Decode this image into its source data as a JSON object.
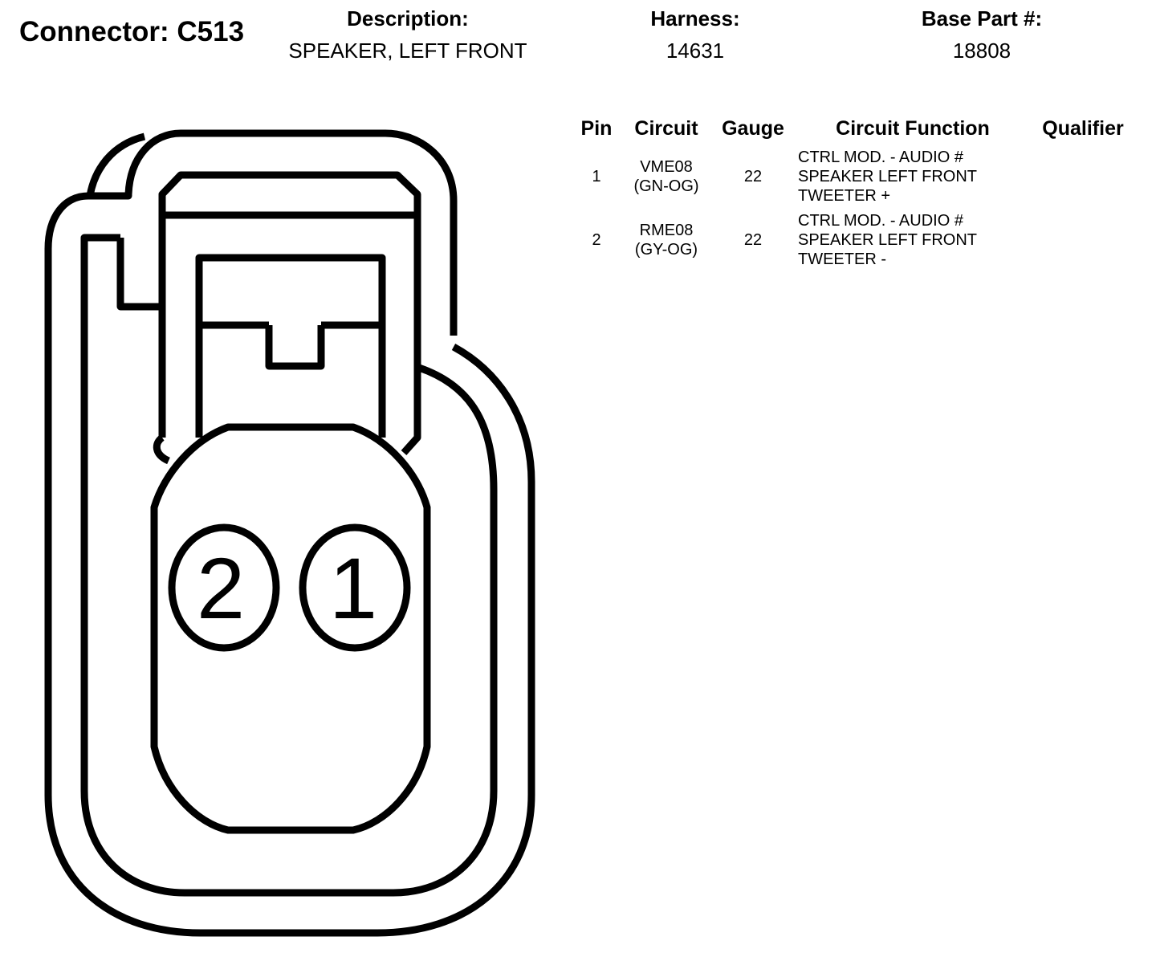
{
  "connector": {
    "label": "Connector: C513"
  },
  "header": {
    "description_label": "Description:",
    "description_value": "SPEAKER, LEFT FRONT",
    "harness_label": "Harness:",
    "harness_value": "14631",
    "base_part_label": "Base Part #:",
    "base_part_value": "18808"
  },
  "table": {
    "columns": [
      "Pin",
      "Circuit",
      "Gauge",
      "Circuit Function",
      "Qualifier"
    ],
    "rows": [
      {
        "pin": "1",
        "circuit": "VME08",
        "color": "(GN-OG)",
        "gauge": "22",
        "function": [
          "CTRL MOD. - AUDIO #",
          "SPEAKER LEFT FRONT",
          "TWEETER +"
        ],
        "qualifier": ""
      },
      {
        "pin": "2",
        "circuit": "RME08",
        "color": "(GY-OG)",
        "gauge": "22",
        "function": [
          "CTRL MOD. - AUDIO #",
          "SPEAKER LEFT FRONT",
          "TWEETER -"
        ],
        "qualifier": ""
      }
    ]
  },
  "diagram": {
    "pin_labels": [
      "2",
      "1"
    ],
    "stroke_color": "#000000"
  }
}
